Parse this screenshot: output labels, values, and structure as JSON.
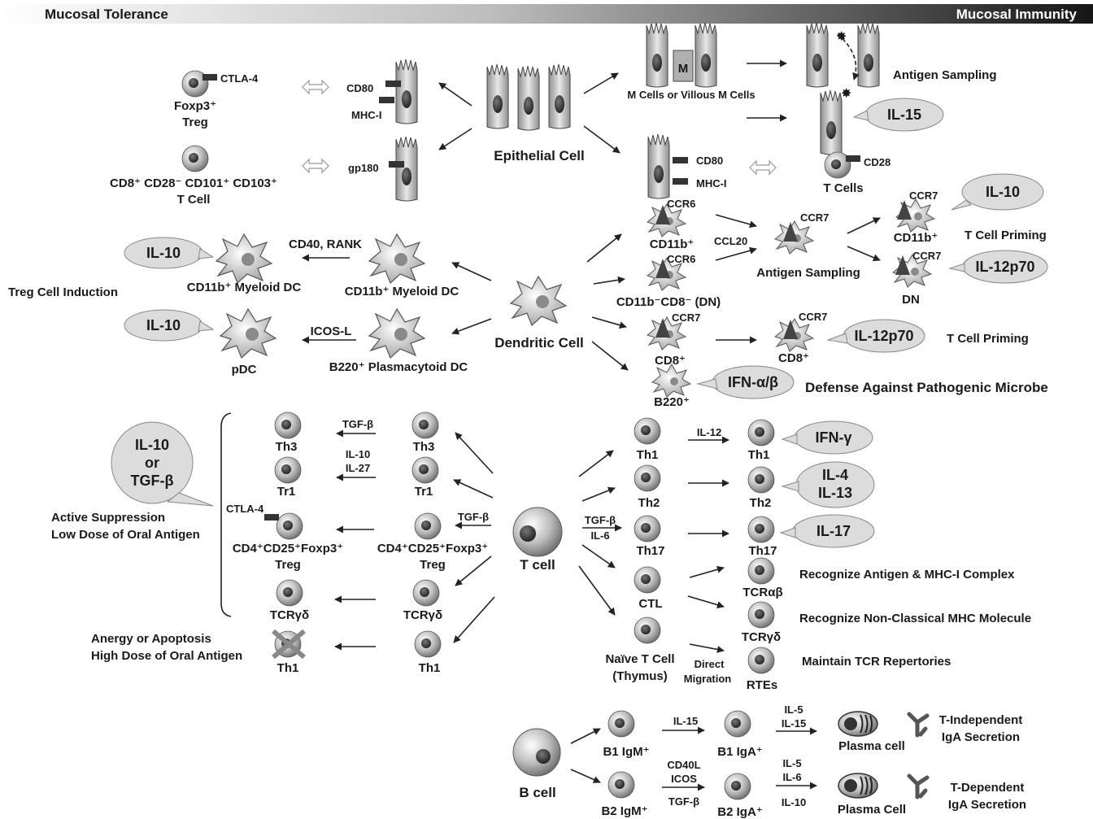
{
  "header": {
    "left": "Mucosal Tolerance",
    "right": "Mucosal Immunity"
  },
  "hubs": {
    "epithelial": "Epithelial Cell",
    "dendritic": "Dendritic Cell",
    "tcell": "T cell",
    "bcell": "B cell"
  },
  "epithelial": {
    "treg_marker": "CTLA-4",
    "treg_name1": "Foxp3⁺",
    "treg_name2": "Treg",
    "cd8_name1": "CD8⁺ CD28⁻ CD101⁺ CD103⁺",
    "cd8_name2": "T Cell",
    "cd80": "CD80",
    "mhc": "MHC-I",
    "gp180": "gp180",
    "m_letter": "M",
    "m_cells": "M Cells or Villous M Cells",
    "antigen_sampling": "Antigen Sampling",
    "il15": "IL-15",
    "cd80_r": "CD80",
    "mhc_r": "MHC-I",
    "cd28": "CD28",
    "t_cells": "T Cells"
  },
  "dc": {
    "il10_a": "IL-10",
    "cd40": "CD40, RANK",
    "myeloid_left": "CD11b⁺ Myeloid DC",
    "myeloid_mid": "CD11b⁺ Myeloid DC",
    "treg_induction": "Treg Cell Induction",
    "il10_b": "IL-10",
    "icosl": "ICOS-L",
    "pdc": "pDC",
    "b220_pdc": "B220⁺ Plasmacytoid DC",
    "ccr6_a": "CCR6",
    "cd11b": "CD11b⁺",
    "ccr6_b": "CCR6",
    "dn_long": "CD11b⁻CD8⁻ (DN)",
    "ccl20": "CCL20",
    "ccr7_mid": "CCR7",
    "antigen_sampling": "Antigen Sampling",
    "ccr7_r1": "CCR7",
    "cd11b_r": "CD11b⁺",
    "il10_c": "IL-10",
    "tcell_priming_1": "T Cell Priming",
    "ccr7_r2": "CCR7",
    "dn": "DN",
    "il12p70_a": "IL-12p70",
    "ccr7_cd8": "CCR7",
    "cd8": "CD8⁺",
    "ccr7_cd8r": "CCR7",
    "cd8_r": "CD8⁺",
    "il12p70_b": "IL-12p70",
    "tcell_priming_2": "T Cell Priming",
    "b220": "B220⁺",
    "ifn_ab": "IFN-α/β",
    "defense": "Defense Against Pathogenic Microbe"
  },
  "tolerance": {
    "bubble_1": "IL-10",
    "bubble_2": "or",
    "bubble_3": "TGF-β",
    "active_1": "Active Suppression",
    "active_2": "Low Dose of Oral Antigen",
    "anergy_1": "Anergy or Apoptosis",
    "anergy_2": "High Dose of Oral Antigen",
    "th3_l": "Th3",
    "tr1_l": "Tr1",
    "ctla4": "CTLA-4",
    "treg_l1": "CD4⁺CD25⁺Foxp3⁺",
    "treg_l2": "Treg",
    "tcrgd_l": "TCRγδ",
    "th1_l": "Th1",
    "th3_m": "Th3",
    "tr1_m": "Tr1",
    "treg_m1": "CD4⁺CD25⁺Foxp3⁺",
    "treg_m2": "Treg",
    "tcrgd_m": "TCRγδ",
    "th1_m": "Th1",
    "tgfb_1": "TGF-β",
    "il10": "IL-10",
    "il27": "IL-27",
    "tgfb_2": "TGF-β"
  },
  "immunity_t": {
    "th1_a": "Th1",
    "th2_a": "Th2",
    "th17_a": "Th17",
    "ctl": "CTL",
    "naive_1": "Naïve T Cell",
    "naive_2": "(Thymus)",
    "tgfb": "TGF-β",
    "il6": "IL-6",
    "il12": "IL-12",
    "th1_b": "Th1",
    "th2_b": "Th2",
    "th17_b": "Th17",
    "tcrab": "TCRαβ",
    "tcrgd": "TCRγδ",
    "rtes": "RTEs",
    "ifng": "IFN-γ",
    "il4": "IL-4",
    "il13": "IL-13",
    "il17": "IL-17",
    "recognize_1": "Recognize Antigen & MHC-I Complex",
    "recognize_2": "Recognize Non-Classical MHC Molecule",
    "maintain": "Maintain TCR Repertories",
    "direct": "Direct",
    "migration": "Migration"
  },
  "immunity_b": {
    "b1igm": "B1 IgM⁺",
    "b2igm": "B2 IgM⁺",
    "il15": "IL-15",
    "cd40l": "CD40L",
    "icos": "ICOS",
    "tgfb": "TGF-β",
    "b1iga": "B1 IgA⁺",
    "b2iga": "B2 IgA⁺",
    "il5_a": "IL-5",
    "il15_b": "IL-15",
    "il5_b": "IL-5",
    "il6": "IL-6",
    "il10": "IL-10",
    "plasma_1": "Plasma cell",
    "plasma_2": "Plasma Cell",
    "ti_1": "T-Independent",
    "ti_2": "IgA Secretion",
    "td_1": "T-Dependent",
    "td_2": "IgA Secretion"
  }
}
